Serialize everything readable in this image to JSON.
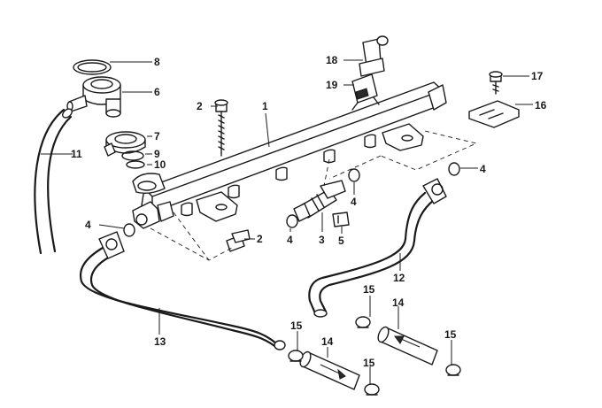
{
  "diagram": {
    "callouts": [
      {
        "id": "c8a",
        "text": "8"
      },
      {
        "id": "c6",
        "text": "6"
      },
      {
        "id": "c2a",
        "text": "2"
      },
      {
        "id": "c1",
        "text": "1"
      },
      {
        "id": "c18",
        "text": "18"
      },
      {
        "id": "c19",
        "text": "19"
      },
      {
        "id": "c17",
        "text": "17"
      },
      {
        "id": "c16",
        "text": "16"
      },
      {
        "id": "c7",
        "text": "7"
      },
      {
        "id": "c11",
        "text": "11"
      },
      {
        "id": "c9",
        "text": "9"
      },
      {
        "id": "c10",
        "text": "10"
      },
      {
        "id": "c4a",
        "text": "4"
      },
      {
        "id": "c4b",
        "text": "4"
      },
      {
        "id": "c4c",
        "text": "4"
      },
      {
        "id": "c4d",
        "text": "4"
      },
      {
        "id": "c2b",
        "text": "2"
      },
      {
        "id": "c3",
        "text": "3"
      },
      {
        "id": "c5",
        "text": "5"
      },
      {
        "id": "c12",
        "text": "12"
      },
      {
        "id": "c13",
        "text": "13"
      },
      {
        "id": "c15a",
        "text": "15"
      },
      {
        "id": "c14a",
        "text": "14"
      },
      {
        "id": "c15b",
        "text": "15"
      },
      {
        "id": "c15c",
        "text": "15"
      },
      {
        "id": "c14b",
        "text": "14"
      },
      {
        "id": "c15d",
        "text": "15"
      }
    ],
    "watermark": ""
  }
}
